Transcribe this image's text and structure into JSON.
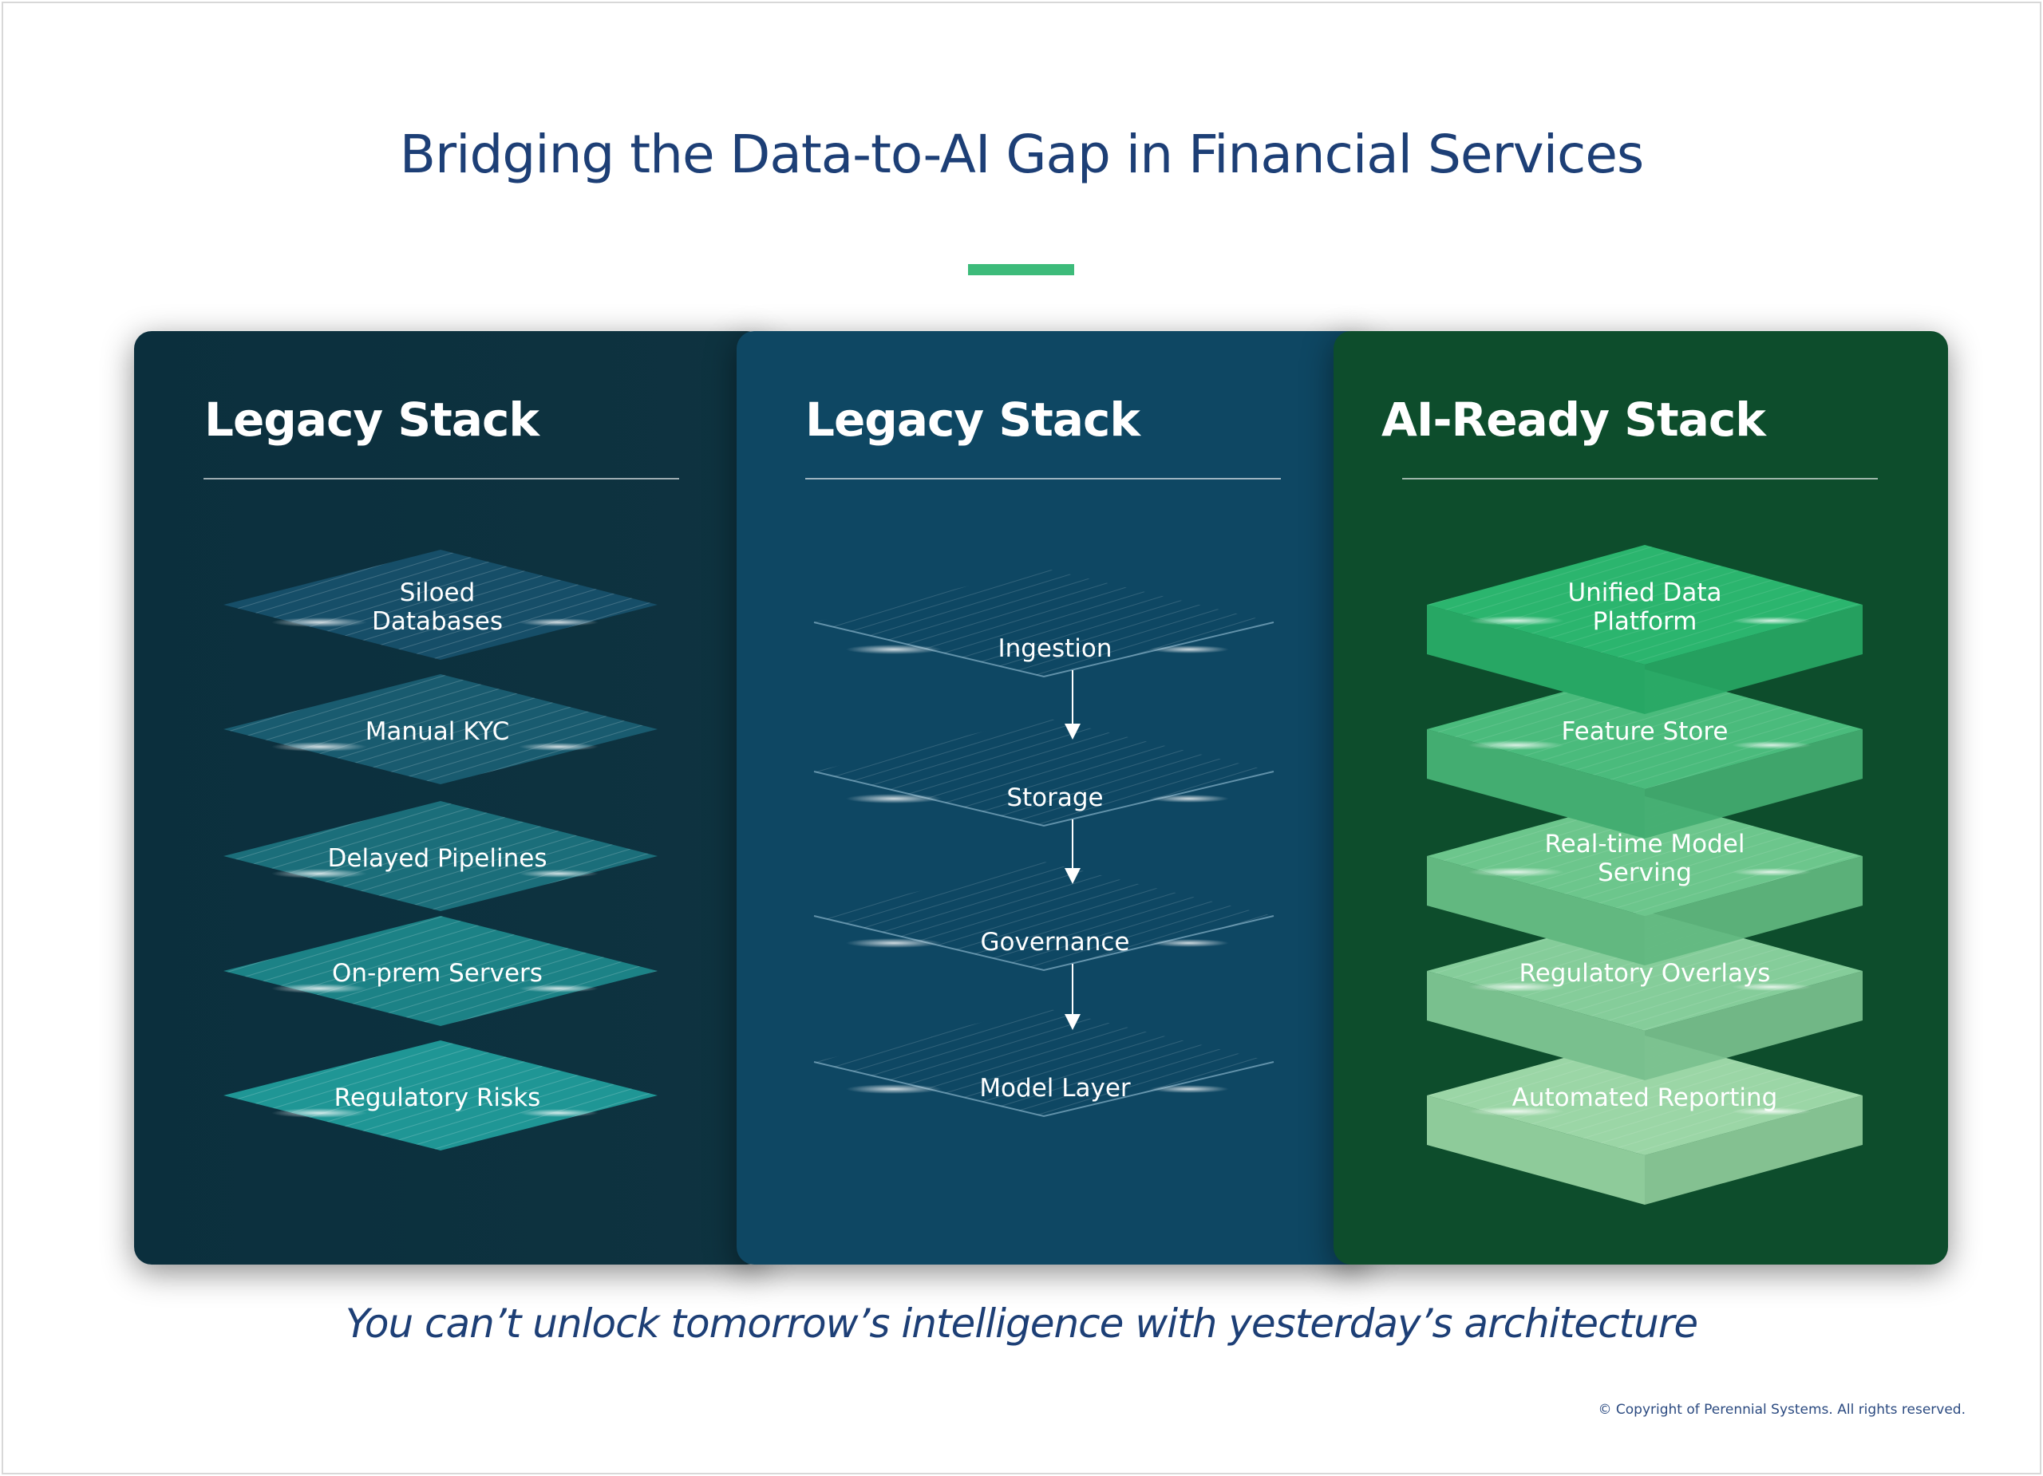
{
  "title": "Bridging the Data-to-AI Gap in Financial Services",
  "colors": {
    "accent": "#3dbb7a",
    "title": "#1d3f76",
    "left_panel": "#0b2f3d",
    "middle_panel": "#0e4763",
    "right_panel": "#0d4d2c"
  },
  "panels": [
    {
      "heading": "Legacy Stack",
      "layers": [
        "Siloed\nDatabases",
        "Manual KYC",
        "Delayed Pipelines",
        "On-prem Servers",
        "Regulatory Risks"
      ]
    },
    {
      "heading": "Legacy Stack",
      "layers": [
        "Ingestion",
        "Storage",
        "Governance",
        "Model Layer"
      ]
    },
    {
      "heading": "AI-Ready Stack",
      "layers": [
        "Unified Data\nPlatform",
        "Feature Store",
        "Real-time Model\nServing",
        "Regulatory Overlays",
        "Automated Reporting"
      ]
    }
  ],
  "tagline": "You can’t unlock tomorrow’s intelligence with yesterday’s architecture",
  "copyright": "© Copyright of Perennial Systems. All rights reserved."
}
